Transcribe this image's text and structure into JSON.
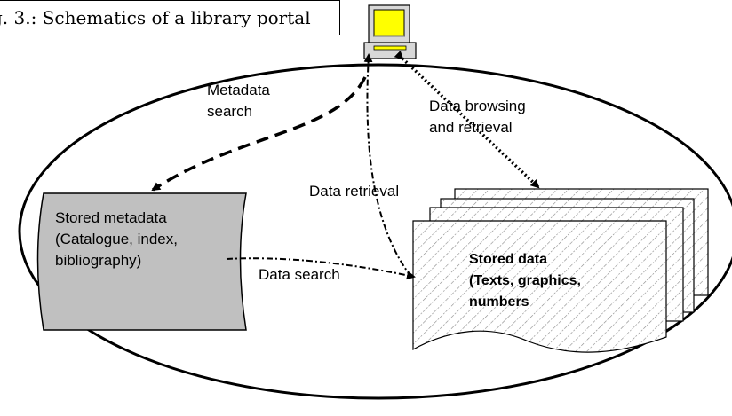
{
  "figure": {
    "caption": "g. 3.: Schematics of a library portal"
  },
  "nodes": {
    "computer": {
      "icon": "desktop-computer-icon"
    },
    "stored_metadata": {
      "lines": [
        "Stored metadata",
        "(Catalogue, index,",
        "bibliography)"
      ]
    },
    "stored_data": {
      "lines": [
        "Stored data",
        "(Texts, graphics,",
        "numbers"
      ]
    }
  },
  "edges": {
    "metadata_search": {
      "lines": [
        "Metadata",
        "search"
      ]
    },
    "data_browsing": {
      "lines": [
        "Data browsing",
        "and retrieval"
      ]
    },
    "data_retrieval": {
      "label": "Data retrieval"
    },
    "data_search": {
      "label": "Data search"
    }
  }
}
